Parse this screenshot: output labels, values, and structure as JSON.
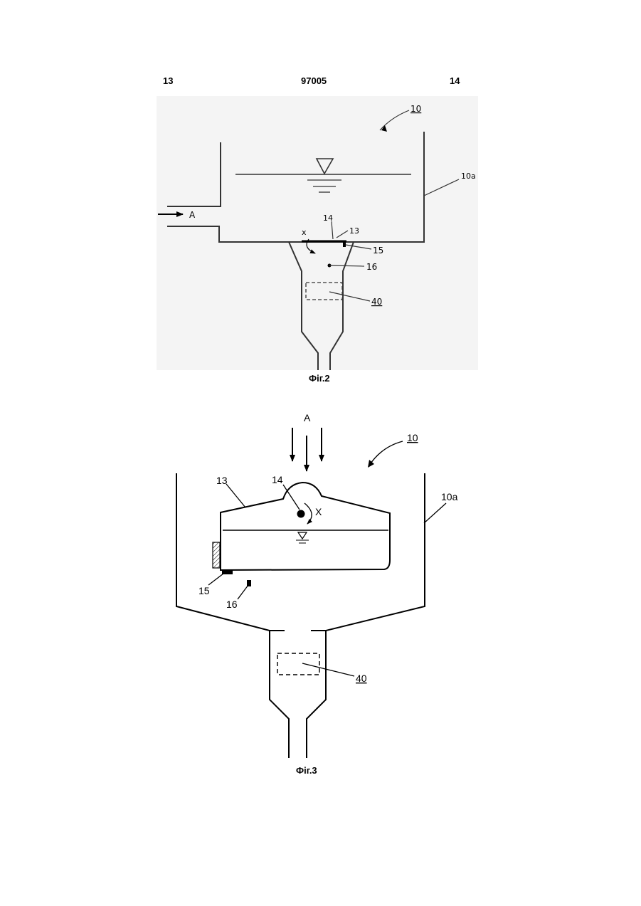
{
  "header": {
    "page_left": "13",
    "patent_number": "97005",
    "page_right": "14"
  },
  "figure2": {
    "caption": "Фіг.2",
    "labels": {
      "device": "10",
      "wall": "10a",
      "flow": "A",
      "rotation": "x",
      "axis": "14",
      "flap": "13",
      "magnet": "15",
      "sensor": "16",
      "unit": "40"
    }
  },
  "figure3": {
    "caption": "Фіг.3",
    "labels": {
      "flow": "A",
      "device": "10",
      "flap": "13",
      "axis": "14",
      "rotation": "X",
      "wall": "10a",
      "magnet": "15",
      "sensor": "16",
      "unit": "40"
    }
  }
}
